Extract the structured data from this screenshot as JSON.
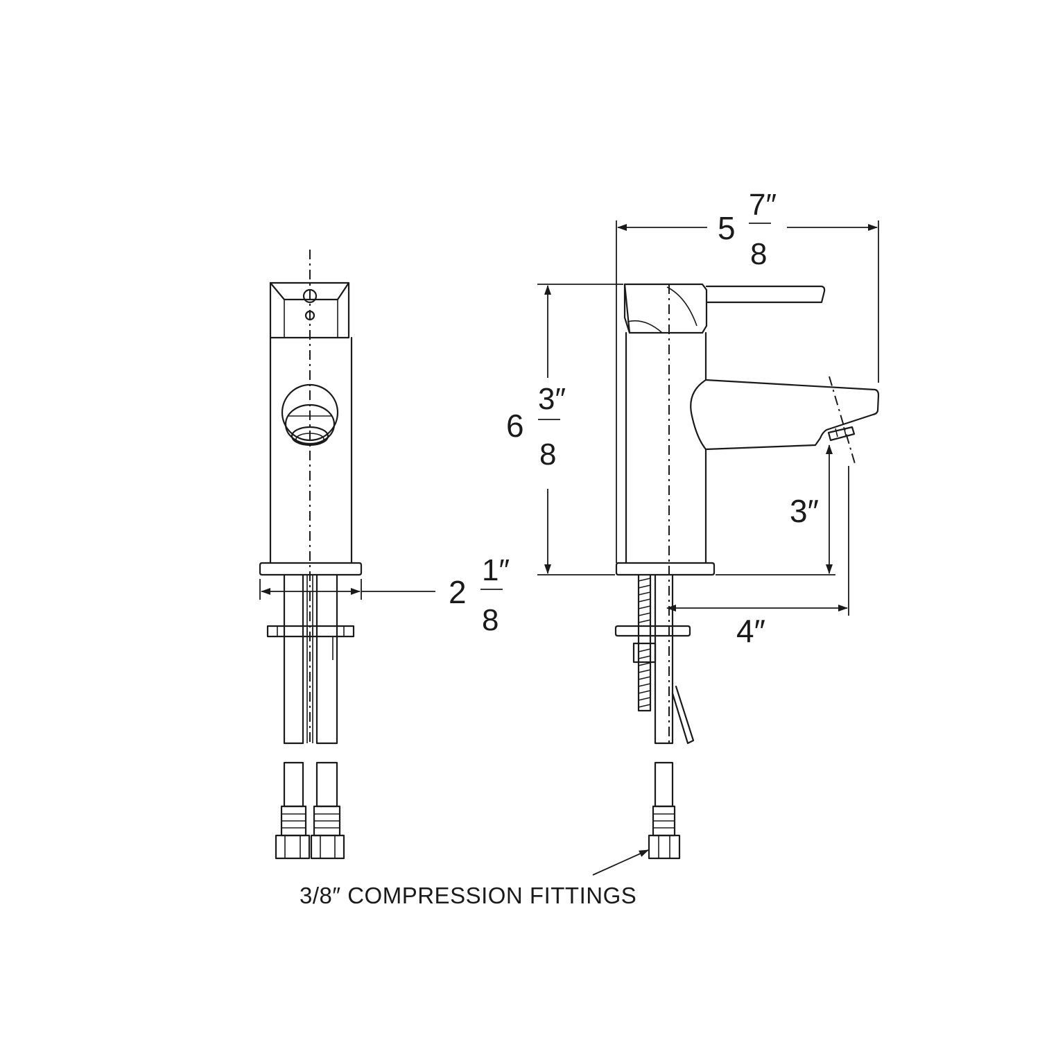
{
  "dimensions": {
    "overall_width": {
      "whole": "5",
      "num": "7″",
      "den": "8"
    },
    "overall_height": {
      "whole": "6",
      "num": "3″",
      "den": "8"
    },
    "base_diameter": {
      "whole": "2",
      "num": "1″",
      "den": "8"
    },
    "spout_height": {
      "text": "3″"
    },
    "spout_reach": {
      "text": "4″"
    }
  },
  "callout": {
    "text": "3/8″ COMPRESSION FITTINGS"
  }
}
